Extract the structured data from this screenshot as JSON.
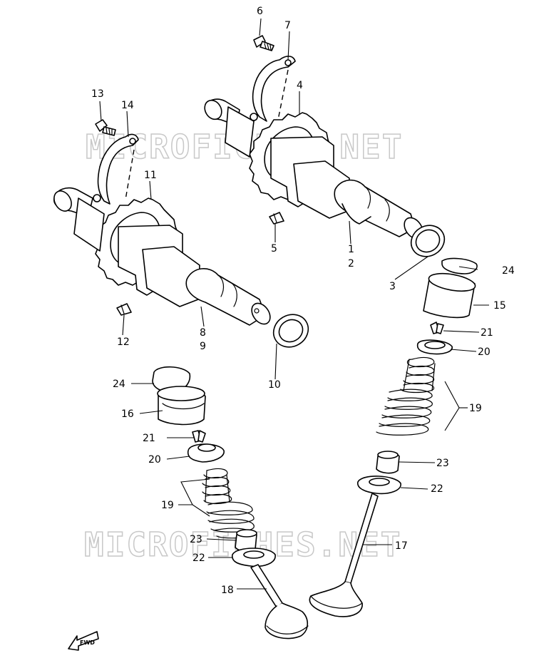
{
  "watermark": "MICROFICHES.NET",
  "fwd_label": "FWD",
  "callouts": {
    "c1": "1",
    "c2": "2",
    "c3": "3",
    "c4": "4",
    "c5": "5",
    "c6": "6",
    "c7": "7",
    "c8": "8",
    "c9": "9",
    "c10": "10",
    "c11": "11",
    "c12": "12",
    "c13": "13",
    "c14": "14",
    "c15": "15",
    "c16": "16",
    "c17": "17",
    "c18": "18",
    "c19a": "19",
    "c19b": "19",
    "c20a": "20",
    "c20b": "20",
    "c21a": "21",
    "c21b": "21",
    "c22a": "22",
    "c22b": "22",
    "c23a": "23",
    "c23b": "23",
    "c24a": "24",
    "c24b": "24"
  }
}
